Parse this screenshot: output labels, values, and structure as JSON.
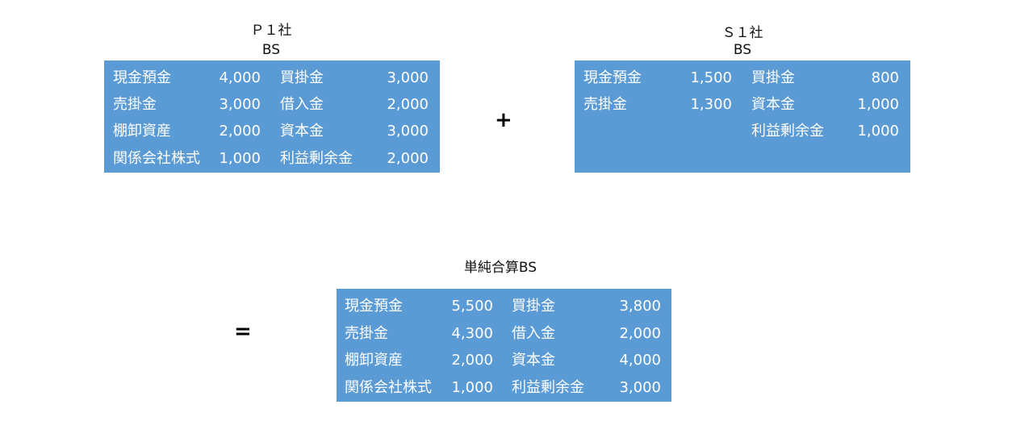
{
  "p1": {
    "title_line1": "Ｐ１社",
    "title_line2": "BS",
    "rows": [
      {
        "left_label": "現金預金",
        "left_value": "4,000",
        "right_label": "買掛金",
        "right_value": "3,000"
      },
      {
        "left_label": "売掛金",
        "left_value": "3,000",
        "right_label": "借入金",
        "right_value": "2,000"
      },
      {
        "left_label": "棚卸資産",
        "left_value": "2,000",
        "right_label": "資本金",
        "right_value": "3,000"
      },
      {
        "left_label": "関係会社株式",
        "left_value": "1,000",
        "right_label": "利益剰余金",
        "right_value": "2,000"
      }
    ]
  },
  "s1": {
    "title_line1": "Ｓ１社",
    "title_line2": "BS",
    "rows": [
      {
        "left_label": "現金預金",
        "left_value": "1,500",
        "right_label": "買掛金",
        "right_value": "800"
      },
      {
        "left_label": "売掛金",
        "left_value": "1,300",
        "right_label": "資本金",
        "right_value": "1,000"
      },
      {
        "left_label": "",
        "left_value": "",
        "right_label": "利益剰余金",
        "right_value": "1,000"
      }
    ]
  },
  "combined": {
    "title": "単純合算BS",
    "rows": [
      {
        "left_label": "現金預金",
        "left_value": "5,500",
        "right_label": "買掛金",
        "right_value": "3,800"
      },
      {
        "left_label": "売掛金",
        "left_value": "4,300",
        "right_label": "借入金",
        "right_value": "2,000"
      },
      {
        "left_label": "棚卸資産",
        "left_value": "2,000",
        "right_label": "資本金",
        "right_value": "4,000"
      },
      {
        "left_label": "関係会社株式",
        "left_value": "1,000",
        "right_label": "利益剰余金",
        "right_value": "3,000"
      }
    ]
  },
  "operators": {
    "plus": "+",
    "equals": "="
  },
  "colors": {
    "box_fill": "#5b9bd5",
    "box_text": "#ffffff"
  }
}
